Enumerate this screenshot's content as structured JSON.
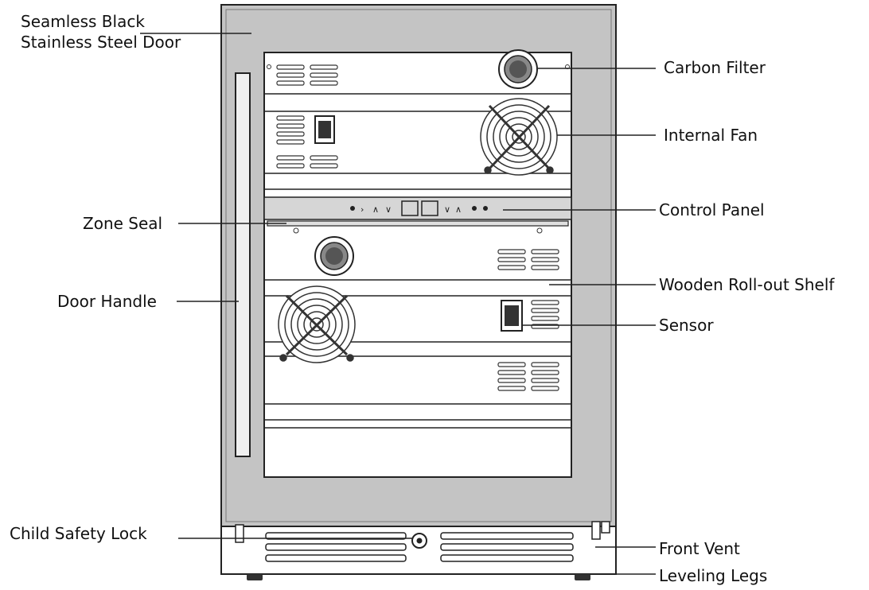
{
  "labels": {
    "door": [
      "Seamless Black",
      "Stainless Steel Door"
    ],
    "carbon_filter": "Carbon Filter",
    "internal_fan": "Internal Fan",
    "control_panel": "Control Panel",
    "zone_seal": "Zone Seal",
    "wooden_shelf": "Wooden Roll-out Shelf",
    "door_handle": "Door Handle",
    "sensor": "Sensor",
    "child_lock": "Child Safety Lock",
    "front_vent": "Front Vent",
    "leveling_legs": "Leveling Legs"
  },
  "colors": {
    "door_frame": "#c4c4c4",
    "interior": "#ffffff",
    "line": "#222222"
  }
}
